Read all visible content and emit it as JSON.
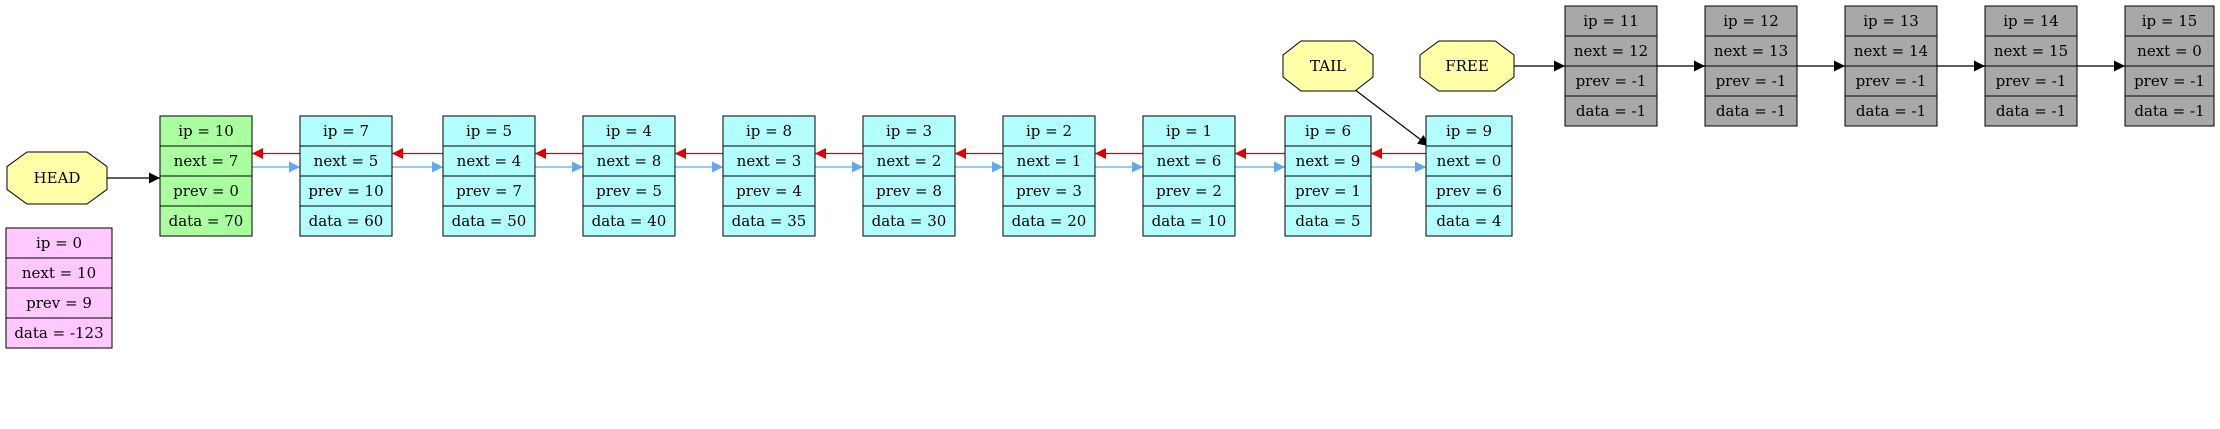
{
  "colors": {
    "head": "#ffffa8",
    "free_node": "#a8a8a8",
    "list_node": "#b3ffff",
    "head_node": "#aaff9f",
    "zero_node": "#ffc8ff",
    "prev_arrow": "#e00000",
    "next_arrow": "#62a8ec",
    "plain_arrow": "#000000"
  },
  "labels": [
    {
      "id": "head",
      "text": "HEAD"
    },
    {
      "id": "tail",
      "text": "TAIL"
    },
    {
      "id": "free",
      "text": "FREE"
    }
  ],
  "nodes": [
    {
      "id": "n0",
      "kind": "zero",
      "fields": [
        "ip = 0",
        "next = 10",
        "prev = 9",
        "data = -123"
      ]
    },
    {
      "id": "n10",
      "kind": "head",
      "fields": [
        "ip = 10",
        "next = 7",
        "prev = 0",
        "data = 70"
      ]
    },
    {
      "id": "n7",
      "kind": "list",
      "fields": [
        "ip = 7",
        "next = 5",
        "prev = 10",
        "data = 60"
      ]
    },
    {
      "id": "n5",
      "kind": "list",
      "fields": [
        "ip = 5",
        "next = 4",
        "prev = 7",
        "data = 50"
      ]
    },
    {
      "id": "n4",
      "kind": "list",
      "fields": [
        "ip = 4",
        "next = 8",
        "prev = 5",
        "data = 40"
      ]
    },
    {
      "id": "n8",
      "kind": "list",
      "fields": [
        "ip = 8",
        "next = 3",
        "prev = 4",
        "data = 35"
      ]
    },
    {
      "id": "n3",
      "kind": "list",
      "fields": [
        "ip = 3",
        "next = 2",
        "prev = 8",
        "data = 30"
      ]
    },
    {
      "id": "n2",
      "kind": "list",
      "fields": [
        "ip = 2",
        "next = 1",
        "prev = 3",
        "data = 20"
      ]
    },
    {
      "id": "n1",
      "kind": "list",
      "fields": [
        "ip = 1",
        "next = 6",
        "prev = 2",
        "data = 10"
      ]
    },
    {
      "id": "n6",
      "kind": "list",
      "fields": [
        "ip = 6",
        "next = 9",
        "prev = 1",
        "data = 5"
      ]
    },
    {
      "id": "n9",
      "kind": "list",
      "fields": [
        "ip = 9",
        "next = 0",
        "prev = 6",
        "data = 4"
      ]
    },
    {
      "id": "n11",
      "kind": "free",
      "fields": [
        "ip = 11",
        "next = 12",
        "prev = -1",
        "data = -1"
      ]
    },
    {
      "id": "n12",
      "kind": "free",
      "fields": [
        "ip = 12",
        "next = 13",
        "prev = -1",
        "data = -1"
      ]
    },
    {
      "id": "n13",
      "kind": "free",
      "fields": [
        "ip = 13",
        "next = 14",
        "prev = -1",
        "data = -1"
      ]
    },
    {
      "id": "n14",
      "kind": "free",
      "fields": [
        "ip = 14",
        "next = 15",
        "prev = -1",
        "data = -1"
      ]
    },
    {
      "id": "n15",
      "kind": "free",
      "fields": [
        "ip = 15",
        "next = 0",
        "prev = -1",
        "data = -1"
      ]
    }
  ],
  "edges": [
    {
      "from": "head",
      "to": "n10",
      "kind": "plain"
    },
    {
      "from": "tail",
      "to": "n9",
      "kind": "plain"
    },
    {
      "from": "free",
      "to": "n11",
      "kind": "plain"
    },
    {
      "from": "n11",
      "to": "n12",
      "kind": "plain"
    },
    {
      "from": "n12",
      "to": "n13",
      "kind": "plain"
    },
    {
      "from": "n13",
      "to": "n14",
      "kind": "plain"
    },
    {
      "from": "n14",
      "to": "n15",
      "kind": "plain"
    },
    {
      "from": "n10",
      "to": "n7",
      "kind": "next"
    },
    {
      "from": "n7",
      "to": "n5",
      "kind": "next"
    },
    {
      "from": "n5",
      "to": "n4",
      "kind": "next"
    },
    {
      "from": "n4",
      "to": "n8",
      "kind": "next"
    },
    {
      "from": "n8",
      "to": "n3",
      "kind": "next"
    },
    {
      "from": "n3",
      "to": "n2",
      "kind": "next"
    },
    {
      "from": "n2",
      "to": "n1",
      "kind": "next"
    },
    {
      "from": "n1",
      "to": "n6",
      "kind": "next"
    },
    {
      "from": "n6",
      "to": "n9",
      "kind": "next"
    },
    {
      "from": "n9",
      "to": "n6",
      "kind": "prev"
    },
    {
      "from": "n6",
      "to": "n1",
      "kind": "prev"
    },
    {
      "from": "n1",
      "to": "n2",
      "kind": "prev"
    },
    {
      "from": "n2",
      "to": "n3",
      "kind": "prev"
    },
    {
      "from": "n3",
      "to": "n8",
      "kind": "prev"
    },
    {
      "from": "n8",
      "to": "n4",
      "kind": "prev"
    },
    {
      "from": "n4",
      "to": "n5",
      "kind": "prev"
    },
    {
      "from": "n5",
      "to": "n7",
      "kind": "prev"
    },
    {
      "from": "n7",
      "to": "n10",
      "kind": "prev"
    }
  ]
}
